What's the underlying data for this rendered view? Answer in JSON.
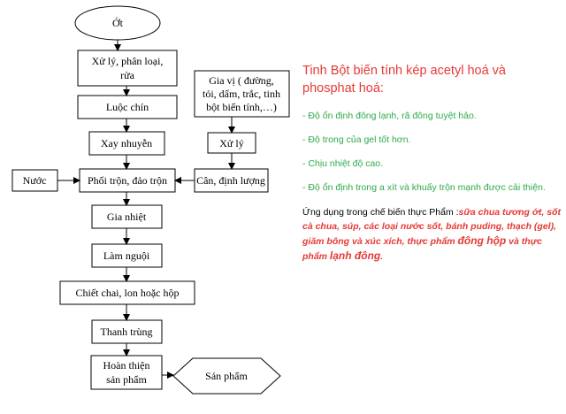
{
  "flowchart": {
    "start": "Ớt",
    "steps": {
      "process": [
        "Xử lý, phân loại,",
        "rửa"
      ],
      "boil": "Luộc chín",
      "puree": "Xay nhuyễn",
      "mix": "Phối trộn, đảo trộn",
      "heat": "Gia nhiệt",
      "cool": "Làm nguội",
      "bottle": "Chiết chai, lon hoặc hộp",
      "sterilize": "Thanh trùng",
      "finish": [
        "Hoàn thiện",
        "sản phẩm"
      ]
    },
    "side": {
      "water": "Nước",
      "spices": [
        "Gia vị ( đường,",
        "tỏi, dấm, trắc, tinh",
        "bột biến tính,…)"
      ],
      "spice_process": "Xử lý",
      "weigh": "Cân, định lượng"
    },
    "product": "Sản phẩm"
  },
  "notes": {
    "title": "Tinh Bột biến tính kép acetyl hoá và phosphat hoá:",
    "bullets": [
      "- Độ ổn định đông lạnh, rã đông tuyệt hảo.",
      "- Độ trong của gel tốt hơn.",
      "- Chịu nhiệt độ cao.",
      "- Độ ổn định trong a xít và khuấy trộn mạnh được cải thiện."
    ],
    "application_prefix": "Ứng dụng trong chế biến thực Phẩm :",
    "application_foods": "sữa chua tương ớt, sốt cà chua, súp, các loại nước sốt, bánh puding, thạch (gel), giăm bông và xúc xích, thực phẩm ",
    "application_foods_b1": "đông hộp",
    "application_foods_mid": " và thực phẩm ",
    "application_foods_b2": "lạnh đông",
    "application_end": "."
  },
  "colors": {
    "title": "#e53935",
    "bullet": "#2eaa4a",
    "highlight": "#e53935",
    "line": "#000000"
  }
}
